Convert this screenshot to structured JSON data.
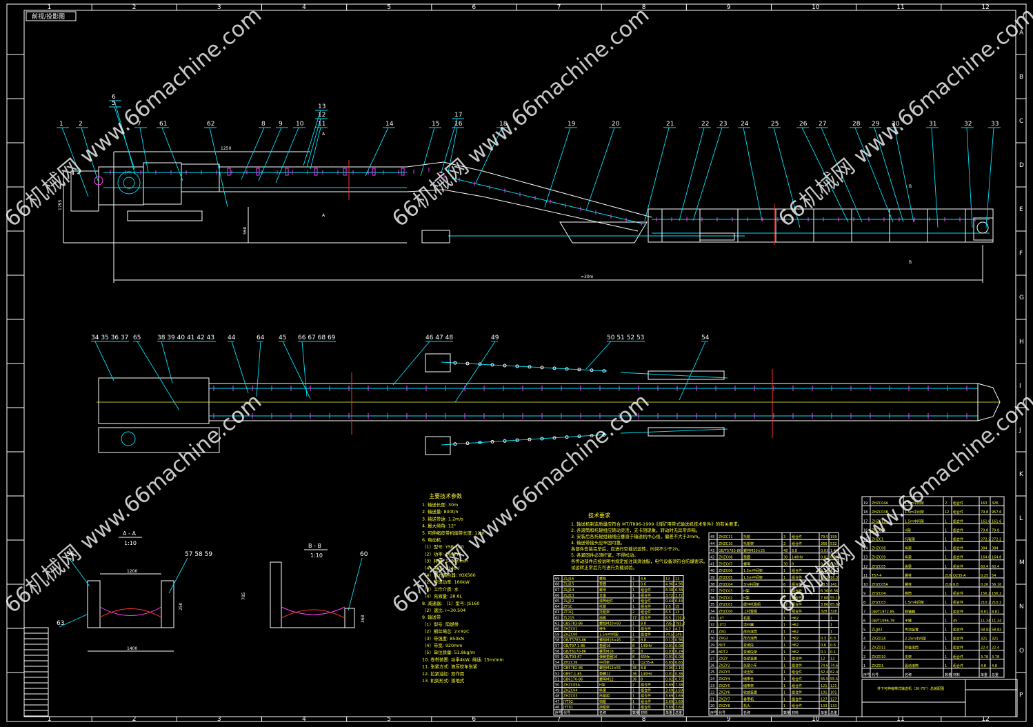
{
  "drawing": {
    "corner_label": "前视/投影图",
    "col_numbers": [
      "1",
      "2",
      "3",
      "4",
      "5",
      "6",
      "7",
      "8",
      "9",
      "10",
      "11",
      "12"
    ],
    "row_letters": [
      "A",
      "B",
      "C",
      "D",
      "E",
      "F",
      "G",
      "H",
      "I",
      "J",
      "K",
      "L",
      "M",
      "N",
      "O",
      "P"
    ]
  },
  "elevation": {
    "balloons_top": [
      "1",
      "2",
      "6",
      "5",
      "7",
      "61",
      "62",
      "8",
      "9",
      "10",
      "13",
      "12",
      "11",
      "14",
      "15",
      "17",
      "16",
      "18",
      "19",
      "20",
      "21",
      "22",
      "23",
      "24",
      "25",
      "26",
      "27",
      "28",
      "29",
      "30",
      "31",
      "32",
      "33"
    ],
    "dims": [
      "1795",
      "560",
      "≈30m",
      "1250",
      "B",
      "B",
      "A",
      "A"
    ]
  },
  "plan": {
    "balloons": [
      "34 35 36 37",
      "65",
      "38 39 40 41 42 43",
      "44",
      "64",
      "45",
      "66 67 68 69",
      "46 47 48",
      "49",
      "50 51 52 53",
      "54"
    ]
  },
  "section_aa": {
    "title": "A - A",
    "scale": "1:10",
    "balloons": [
      "56",
      "57 58 59",
      "63"
    ],
    "dims": [
      "1200",
      "1400",
      "250"
    ]
  },
  "section_bb": {
    "title": "B - B",
    "scale": "1:10",
    "balloons": [
      "60"
    ],
    "dims": [
      "785",
      "368"
    ]
  },
  "main_params": {
    "title": "主要技术参数",
    "lines": [
      "1. 输送长度: 30m",
      "2. 输送量: 800t/h",
      "3. 输送带速: 1.2m/s",
      "4. 最大倾角: 12°",
      "5. 可伸缩皮带机储带长度: 12m",
      "6. 电动机",
      "（1）型号: YSB-160",
      "（2）功率: 160kW",
      "（3）转速: 1480r/min",
      "（4）电压: 1140V",
      "（4）液力偶合器: YOX560",
      "（2）传递功率: 160kW",
      "（3）工作介质: 水",
      "（4）充液量: 28.6L",
      "8. 减速器: （1）型号: JS160",
      "（2）速比: i=30.504",
      "9. 输送带",
      "（1）型号: 阻燃带",
      "（2）钢丝绳芯: 2×92C",
      "（3）带强度: 850kN",
      "（4）带宽: 920mm",
      "（5）单位质量: 51.8kg/m",
      "10. 卷带装置: 功率4kW, 绳速: 15m/min",
      "11. 张紧方式: 液压绞车张紧",
      "12. 拉紧油缸: 双作用",
      "13. 机架形式: 落地式"
    ]
  },
  "tech_notes": {
    "title": "技术要求",
    "lines": [
      "1. 输送机制造质量应符合 MT/T896-1999《煤矿用带式输送机技术条件》的有关要求。",
      "2. 各滚筒和托辊组应转动灵活，无卡阻现象，转动时无异常声响。",
      "3. 安装后各托辊组轴线应垂直于输送机中心线，偏差不大于2mm。",
      "4. 输送带接头应牢固可靠。",
      "   各部件安装完毕后，应进行空载试运转，时间不少于2h。",
      "5. 各紧固件必须拧紧，不得松动。",
      "   各传动部件应按说明书规定加注润滑油脂，电气设备须符合防爆要求。",
      "   试运转正常后方可进行负载试验。"
    ]
  },
  "title_block": {
    "name": "井下可伸缩带式输送机（30-75°）总装配图",
    "header_cells": [
      "序号",
      "代号",
      "名称",
      "数量",
      "材料",
      "单重",
      "总重",
      "备注"
    ]
  },
  "bom_left": {
    "rows": [
      [
        "69",
        "ZLJJ16",
        "螺栓",
        "1",
        "4.6",
        "13",
        "13"
      ],
      [
        "68",
        "ZLJJ15",
        "垫圈",
        "1",
        "0.6",
        "4.96",
        "4.96"
      ],
      [
        "67",
        "ZLJJ14",
        "螺母",
        "1",
        "组合件",
        "6.38",
        "6.38"
      ],
      [
        "66",
        "ZLJJ13",
        "支座",
        "1",
        "组合件",
        "3.72",
        "3.72"
      ],
      [
        "65",
        "ZLJJ12",
        "滚筒组件",
        "1",
        "组合件",
        "0.44",
        "0.44"
      ],
      [
        "64",
        "ZT1C",
        "托辊",
        "1",
        "组合件",
        "7.5",
        "15"
      ],
      [
        "63",
        "ZT1CJ",
        "托辊架",
        "2",
        "组合件",
        "6.5",
        "13"
      ],
      [
        "62",
        "ZL215",
        "挡板",
        "17",
        "组合件",
        "6.5",
        "110.5"
      ],
      [
        "61",
        "GB5783-86",
        "螺栓M20×60",
        "1",
        "8.8",
        "795.2",
        "795.2"
      ],
      [
        "60",
        "ZHZC01",
        "接头",
        "1",
        "组合件",
        "4.2",
        "4.2"
      ],
      [
        "59",
        "ZHZC00",
        "1.5m中间架",
        "1",
        "组合件",
        "74.5",
        "149"
      ],
      [
        "58",
        "GB/T5783-86",
        "螺栓M16×45",
        "8",
        "8.8",
        "0.12",
        "0.96"
      ],
      [
        "57",
        "GB/T97.1-86",
        "垫圈16",
        "8",
        "140HV",
        "0.01",
        "0.08"
      ],
      [
        "56",
        "GB/T6170-86",
        "螺母M16",
        "8",
        "8",
        "0.03",
        "0.24"
      ],
      [
        "55",
        "GB/T93-87",
        "弹簧垫圈16",
        "8",
        "65Mn",
        "0.01",
        "0.08"
      ],
      [
        "54",
        "ZHZC36",
        "中间架",
        "1",
        "Q235-A",
        "6.65",
        "6.65"
      ],
      [
        "53",
        "GB5782-86",
        "螺栓M12×55",
        "36",
        "8.8",
        "0.06",
        "2.16"
      ],
      [
        "52",
        "GB97.1-85",
        "垫圈12",
        "36",
        "140HV",
        "0.01",
        "0.36"
      ],
      [
        "51",
        "GB6170-86",
        "螺母M12",
        "36",
        "8",
        "0.02",
        "0.72"
      ],
      [
        "50",
        "ZHZC05A",
        "H架",
        "2",
        "组合件",
        "3.69",
        "7.38"
      ],
      [
        "49",
        "ZHZC04",
        "纵梁",
        "1",
        "组合件",
        "3.69",
        "3.69"
      ],
      [
        "48",
        "ZHZC03",
        "托辊组",
        "1",
        "组合件",
        "3.69",
        "3.69"
      ],
      [
        "47",
        "JYT02",
        "挡辊",
        "1",
        "组合件",
        "3.69",
        "3.69"
      ],
      [
        "46",
        "JYT01",
        "挡辊架",
        "1",
        "组合件",
        "3.69",
        "3.69"
      ]
    ]
  },
  "bom_mid": {
    "rows": [
      [
        "45",
        "ZHZC11",
        "托辊",
        "3",
        "组合件",
        "79.5",
        "159"
      ],
      [
        "44",
        "ZHZC10",
        "托辊架",
        "2",
        "组合件",
        "266",
        "532"
      ],
      [
        "43",
        "GB/T5783-86",
        "螺栓M20×25",
        "48",
        "8.8",
        "0.03",
        "1.44"
      ],
      [
        "42",
        "ZHZC08",
        "垫圈",
        "30",
        "140HV",
        "0.01",
        "0.30"
      ],
      [
        "41",
        "ZHZC07",
        "螺母",
        "30",
        "8",
        "0.01",
        "0.30"
      ],
      [
        "40",
        "ZHZC06",
        "1.5m中间架",
        "1",
        "组合件",
        "4.1",
        "4.1"
      ],
      [
        "39",
        "ZHZC05",
        "1.5m中间架",
        "1",
        "组合件",
        "16.3",
        "16.3"
      ],
      [
        "38",
        "ZHZC04",
        "3m中间架",
        "6",
        "组合件",
        "23.5",
        "141"
      ],
      [
        "37",
        "ZHZC03",
        "H架",
        "1",
        "组合件",
        "6.36",
        "6.36"
      ],
      [
        "36",
        "ZHZC02",
        "H架",
        "7",
        "组合件",
        "7.88",
        "55.16"
      ],
      [
        "35",
        "ZHZC01",
        "缓冲托辊组",
        "17",
        "组合件",
        "3.86",
        "65.62"
      ],
      [
        "34",
        "ZHZC00",
        "上托辊组",
        "1",
        "组合件",
        "328",
        "328"
      ],
      [
        "33",
        "JXT",
        "机尾",
        "1",
        "H62",
        "",
        "1"
      ],
      [
        "32",
        "JXT2",
        "清扫器",
        "1",
        "H62",
        "",
        "1"
      ],
      [
        "31",
        "ZXG",
        "改向滚筒",
        "1",
        "H62",
        "",
        "1"
      ],
      [
        "30",
        "ZXG2",
        "改向滚筒",
        "1",
        "H62",
        "0.3",
        "0.3"
      ],
      [
        "29",
        "BDT",
        "变坡段",
        "1",
        "H62",
        "0.6",
        "0.6"
      ],
      [
        "28",
        "BDT2",
        "变坡段架",
        "1",
        "H62",
        "0.1",
        "0.1"
      ],
      [
        "27",
        "ZXZY",
        "张紧装置",
        "1",
        "组合件",
        "12",
        "12"
      ],
      [
        "26",
        "ZXZY2",
        "张紧小车",
        "1",
        "组合件",
        "74.6",
        "74.6"
      ],
      [
        "25",
        "ZXZY3",
        "液压缸",
        "1",
        "组合件",
        "62.4",
        "62.4"
      ],
      [
        "24",
        "ZXZY4",
        "储带仓",
        "1",
        "组合件",
        "55.5",
        "55.5"
      ],
      [
        "23",
        "ZXZY5",
        "储带架",
        "1",
        "组合件",
        "121",
        "121"
      ],
      [
        "22",
        "ZXZY6",
        "收放装置",
        "1",
        "组合件",
        "101",
        "101"
      ],
      [
        "21",
        "ZXZY7",
        "卷带机",
        "1",
        "组合件",
        "127",
        "127"
      ],
      [
        "20",
        "ZXZY8",
        "机头",
        "1",
        "组合件",
        "133",
        "133"
      ]
    ]
  },
  "bom_right": {
    "rows": [
      [
        "19",
        "ZHZC04A",
        "1.5m中间架",
        "2",
        "组合件",
        "163",
        "326"
      ],
      [
        "18",
        "ZHZC03B",
        "1.5m中间架",
        "12",
        "组合件",
        "79.8",
        "957.6"
      ],
      [
        "17",
        "ZHZC12",
        "1.5m中间架",
        "1",
        "组合件",
        "161.6",
        "161.6"
      ],
      [
        "16",
        "ZHZC11",
        "H架",
        "1",
        "组合件",
        "79.8",
        "79.8"
      ],
      [
        "15",
        "ZHZC1",
        "托辊架",
        "1",
        "组合件",
        "272.2",
        "272.2"
      ],
      [
        "14",
        "ZHZC08",
        "纵梁",
        "1",
        "组合件",
        "384",
        "384"
      ],
      [
        "13",
        "ZHZC09",
        "纵梁",
        "1",
        "组合件",
        "164.8",
        "164.8"
      ],
      [
        "12",
        "ZHZC05",
        "纵梁",
        "1",
        "组合件",
        "60.4",
        "60.4"
      ],
      [
        "11",
        "T57-4",
        "螺栓",
        "216",
        "Q235-A",
        "0.25",
        "54"
      ],
      [
        "10",
        "ZHZC05A",
        "螺栓",
        "216",
        "8.8",
        "0.26",
        "56.16"
      ],
      [
        "9",
        "ZHZC04",
        "卷筒",
        "1",
        "组合件",
        "156.2",
        "156.2"
      ],
      [
        "8",
        "ZHZC03",
        "1.5m中间架",
        "1",
        "组合件",
        "210.2",
        "210.2"
      ],
      [
        "7",
        "GB/T1972-85",
        "联轴器",
        "1",
        "组合件",
        "8.81",
        "8.81"
      ],
      [
        "6",
        "GB/T1096-79",
        "平键",
        "1",
        "45",
        "11.24",
        "11.24"
      ],
      [
        "5",
        "ZLJJ02",
        "传动装置",
        "1",
        "组合件",
        "58.82",
        "58.82"
      ],
      [
        "4",
        "ZXZD2A",
        "2.25m中间架",
        "1",
        "组合件",
        "321",
        "321"
      ],
      [
        "3",
        "ZXZD11",
        "卸载滚筒",
        "1",
        "组合件",
        "22.4",
        "22.4"
      ],
      [
        "2",
        "ZXZD10",
        "支架",
        "1",
        "组合件",
        "3.78",
        "3.78"
      ],
      [
        "1",
        "ZXZD1",
        "驱动滚筒",
        "1",
        "组合件",
        "4.8",
        "4.8"
      ]
    ]
  },
  "watermarks": [
    "66机械网 www.66machine.com",
    "66机械网 www.66machine.com",
    "66机械网 www.66machine.com",
    "66机械网 www.66machine.com",
    "66机械网 www.66machine.com",
    "66机械网 www.66machine.com"
  ]
}
